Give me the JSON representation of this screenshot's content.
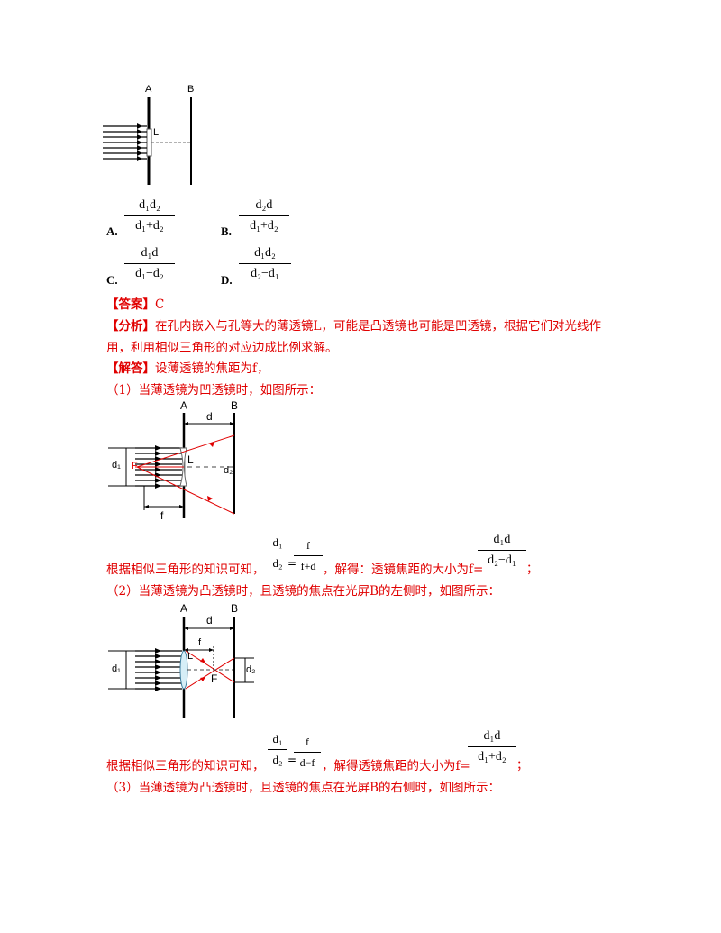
{
  "figure1": {
    "label_a": "A",
    "label_b": "B",
    "label_l": "L"
  },
  "options": {
    "a": {
      "letter": "A.",
      "num": "d₁d₂",
      "den": "d₁+d₂"
    },
    "b": {
      "letter": "B.",
      "num": "d₂d",
      "den": "d₁+d₂"
    },
    "c": {
      "letter": "C.",
      "num": "d₁d",
      "den": "d₁−d₂"
    },
    "d": {
      "letter": "D.",
      "num": "d₁d₂",
      "den": "d₂−d₁"
    }
  },
  "answer": {
    "tag": "【答案】",
    "text": "C"
  },
  "analysis": {
    "tag": "【分析】",
    "line1": "在孔内嵌入与孔等大的薄透镜L，可能是凸透镜也可能是凹透镜，根据它们对光线作",
    "line2": "用，利用相似三角形的对应边成比例求解。"
  },
  "solution": {
    "tag": "【解答】",
    "text": "设薄透镜的焦距为f，"
  },
  "case1": {
    "title": "（1）当薄透镜为凹透镜时，如图所示：",
    "fig": {
      "A": "A",
      "B": "B",
      "d": "d",
      "L": "L",
      "d1": "d₁",
      "d2": "d₂",
      "f": "f",
      "F": "F"
    },
    "text1": "根据相似三角形的知识可知，",
    "frac1": {
      "num": "d₁",
      "den": "d₂"
    },
    "eq": "=",
    "frac2": {
      "num": "f",
      "den": "f+d"
    },
    "text2": "，解得：透镜焦距的大小为f=",
    "frac3": {
      "num": "d₁d",
      "den": "d₂−d₁"
    },
    "end": "；"
  },
  "case2": {
    "title": "（2）当薄透镜为凸透镜时，且透镜的焦点在光屏B的左侧时，如图所示：",
    "fig": {
      "A": "A",
      "B": "B",
      "d": "d",
      "L": "L",
      "d1": "d₁",
      "d2": "d₂",
      "f": "f",
      "F": "F"
    },
    "text1": "根据相似三角形的知识可知，",
    "frac1": {
      "num": "d₁",
      "den": "d₂"
    },
    "eq": "=",
    "frac2": {
      "num": "f",
      "den": "d−f"
    },
    "text2": "，解得透镜焦距的大小为f=",
    "frac3": {
      "num": "d₁d",
      "den": "d₁+d₂"
    },
    "end": "；"
  },
  "case3": {
    "title": "（3）当薄透镜为凸透镜时，且透镜的焦点在光屏B的右侧时，如图所示："
  }
}
